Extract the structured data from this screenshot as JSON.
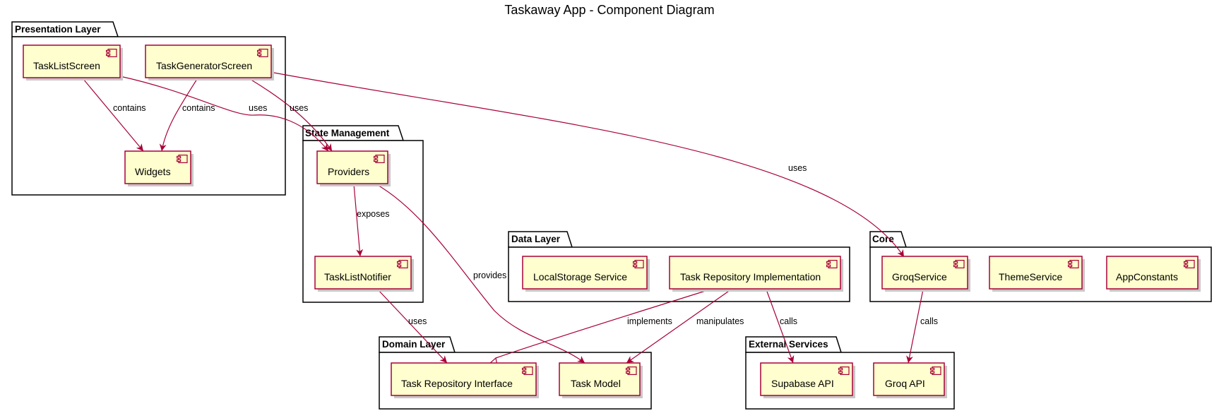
{
  "title": "Taskaway App - Component Diagram",
  "packages": {
    "presentation": "Presentation Layer",
    "state": "State Management",
    "data": "Data Layer",
    "core": "Core",
    "domain": "Domain Layer",
    "external": "External Services"
  },
  "components": {
    "task_list_screen": "TaskListScreen",
    "task_generator_screen": "TaskGeneratorScreen",
    "widgets": "Widgets",
    "providers": "Providers",
    "task_list_notifier": "TaskListNotifier",
    "local_storage_service": "LocalStorage Service",
    "task_repository_impl": "Task Repository Implementation",
    "groq_service": "GroqService",
    "theme_service": "ThemeService",
    "app_constants": "AppConstants",
    "task_repository_interface": "Task Repository Interface",
    "task_model": "Task Model",
    "supabase_api": "Supabase API",
    "groq_api": "Groq API"
  },
  "edges": {
    "tls_widgets": "contains",
    "tgs_widgets": "contains",
    "tls_providers": "uses",
    "tgs_providers": "uses",
    "tgs_groq": "uses",
    "providers_notifier": "exposes",
    "providers_model": "provides",
    "notifier_interface": "uses",
    "impl_interface": "implements",
    "impl_model": "manipulates",
    "impl_supabase": "calls",
    "groq_api": "calls"
  }
}
